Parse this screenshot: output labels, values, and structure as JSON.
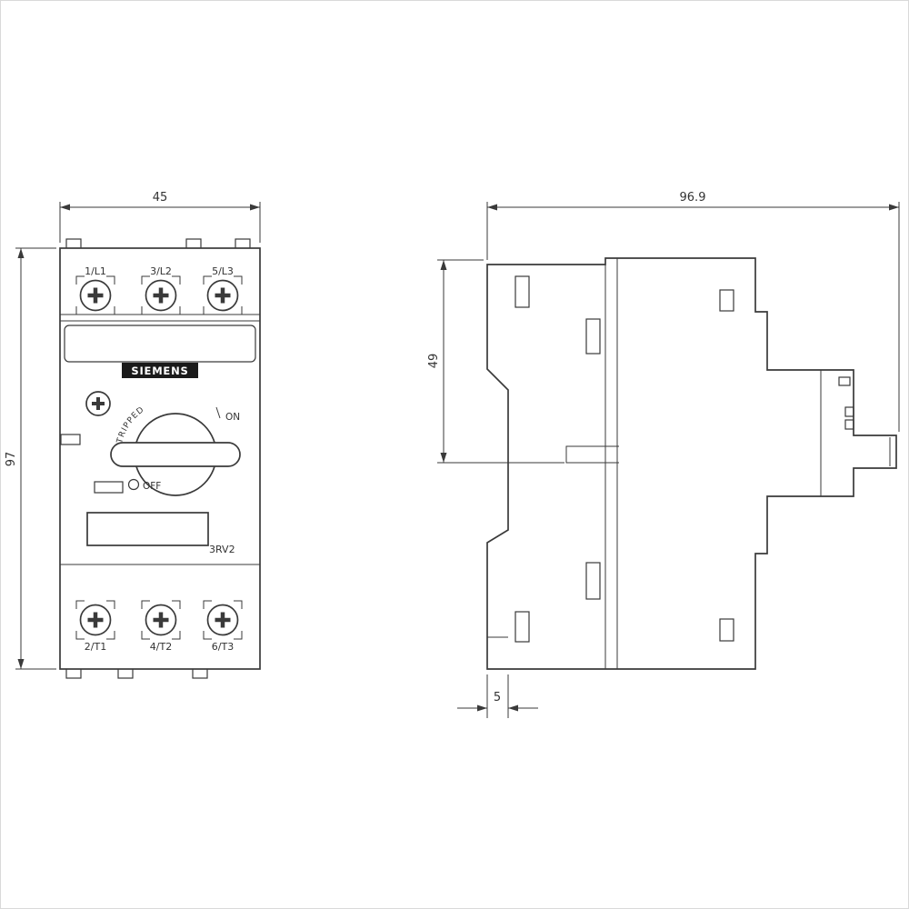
{
  "front": {
    "brand": "SIEMENS",
    "model": "3RV2",
    "terminals_top": [
      "1/L1",
      "3/L2",
      "5/L3"
    ],
    "terminals_bottom": [
      "2/T1",
      "4/T2",
      "6/T3"
    ],
    "switch": {
      "tripped": "TRIPPED",
      "on": "ON",
      "off": "OFF"
    }
  },
  "dimensions": {
    "width": "45",
    "height": "97",
    "depth": "96.9",
    "upper_depth": "49",
    "rail_offset": "5"
  },
  "colors": {
    "line": "#3a3a3a",
    "background": "#ffffff"
  }
}
